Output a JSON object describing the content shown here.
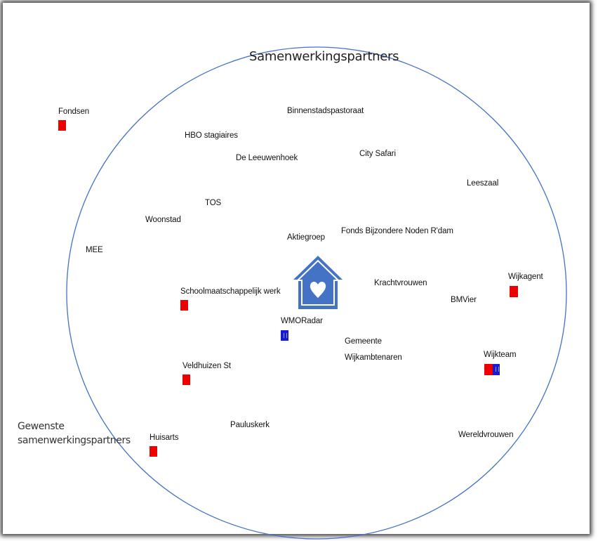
{
  "diagram": {
    "title": "Samenwerkingspartners",
    "outside_label_line1": "Gewenste",
    "outside_label_line2": "samenwerkingspartners",
    "center_icon": "house-heart-icon",
    "colors": {
      "circle": "#4472c4",
      "house": "#4472c4",
      "desired": "#ee0000",
      "blue_marker": "#1a1ad6"
    },
    "labels": {
      "fondsen": "Fondsen",
      "binnenstadspastoraat": "Binnenstadspastoraat",
      "hbo_stagiaires": "HBO stagiaires",
      "de_leeuwenhoek": "De Leeuwenhoek",
      "city_safari": "City Safari",
      "leeszaal": "Leeszaal",
      "tos": "TOS",
      "woonstad": "Woonstad",
      "aktiegroep": "Aktiegroep",
      "fonds_bijzondere_noden": "Fonds Bijzondere Noden R'dam",
      "mee": "MEE",
      "wijkagent": "Wijkagent",
      "schoolmaatschappelijk_werk": "Schoolmaatschappelijk werk",
      "krachtvrouwen": "Krachtvrouwen",
      "bmvier": "BMVier",
      "wmoradar": "WMORadar",
      "gemeente": "Gemeente",
      "wijkambtenaren": "Wijkambtenaren",
      "wijkteam": "Wijkteam",
      "veldhuizen_st": "Veldhuizen St",
      "pauluskerk": "Pauluskerk",
      "huisarts": "Huisarts",
      "wereldvrouwen": "Wereldvrouwen"
    }
  }
}
